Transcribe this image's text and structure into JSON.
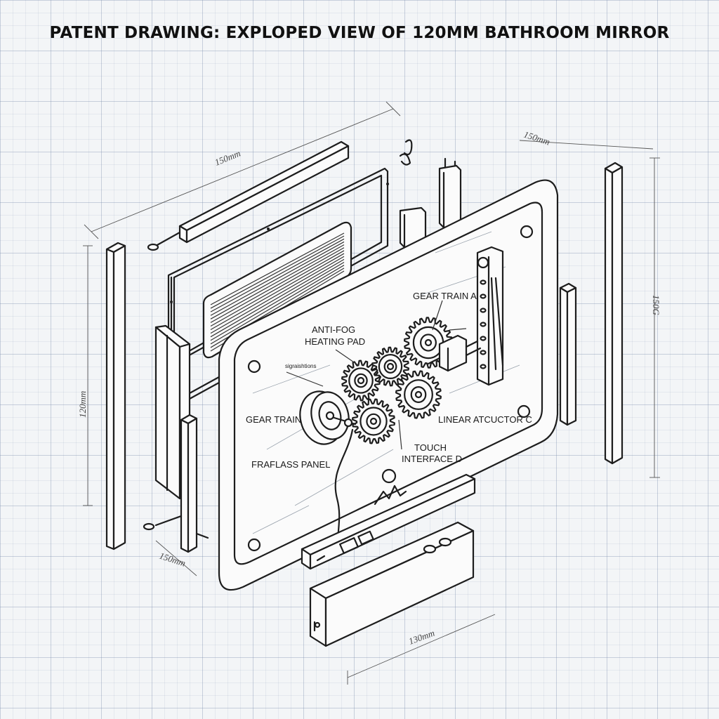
{
  "title": "PATENT DRAWING: EXPLOPED VIEW OF 120MM BATHROOM MIRROR",
  "labels": {
    "gear_train_a": "GEAR TRAIN A",
    "anti_fog_line1": "ANTI-FOG",
    "anti_fog_line2": "HEATING PAD",
    "gear_train": "GEAR TRAIN",
    "linear_actuator": "LINEAR ATCUCTOR C",
    "touch_line1": "TOUCH",
    "touch_line2": "INTERFACE D",
    "glass_panel": "FRAFLASS PANEL",
    "small_note": "sigraishtions"
  },
  "dimensions": {
    "top_left": "150mm",
    "top_right": "150mm",
    "right_side": "150G",
    "left_side": "120mm",
    "bottom_left": "150mm",
    "bottom": "130mm"
  }
}
